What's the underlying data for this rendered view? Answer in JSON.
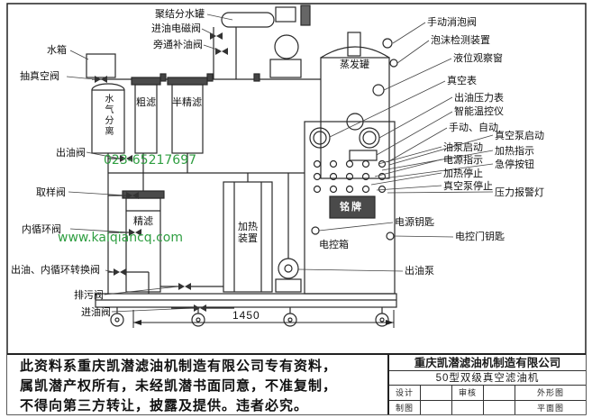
{
  "watermark": {
    "phone": "023-65217697",
    "website": "www.kaiqiancq.com",
    "color": "#2f9e41"
  },
  "diagram": {
    "dimension": "1450",
    "labels": {
      "coalescer_tank": "聚结分水罐",
      "inlet_solenoid_valve": "进油电磁阀",
      "bypass_refill_valve": "旁通补油阀",
      "water_tank": "水箱",
      "vacuum_draw_valve": "抽真空阀",
      "oil_outlet_valve": "出油阀",
      "sampling_valve": "取样阀",
      "internal_circulation_valve": "内循环阀",
      "outlet_circulation_switch_valve": "出油、内循环转换阀",
      "drain_valve": "排污阀",
      "oil_inlet_valve": "进油阀",
      "manual_defoam_valve": "手动消泡阀",
      "foam_detector": "泡沫检测装置",
      "level_window": "液位观察窗",
      "vacuum_gauge": "真空表",
      "outlet_pressure_gauge": "出油压力表",
      "temp_controller": "智能温控仪",
      "manual_auto": "手动、自动",
      "vacuum_pump_start": "真空泵启动",
      "oil_pump_start": "油泵启动",
      "heating_indicator": "加热指示",
      "power_indicator": "电源指示",
      "emergency_stop": "急停按钮",
      "heating_stop": "加热停止",
      "vacuum_pump_stop": "真空泵停止",
      "pressure_alarm_light": "压力报警灯",
      "power_key": "电源钥匙",
      "control_door_key": "电控门钥匙",
      "oil_outlet_pump": "出油泵",
      "evaporation_tank": "蒸发罐",
      "water_gas_separation": "水气分离",
      "coarse_filter": "粗滤",
      "semi_fine_filter": "半精滤",
      "fine_filter": "精滤",
      "heating_device": "加热装置",
      "electric_control_box": "电控箱",
      "nameplate": "铭牌"
    }
  },
  "footer": {
    "legal_lines": [
      "此资料系重庆凯潜滤油机制造有限公司专有资料，",
      "属凯潜产权所有，未经凯潜书面同意，不准复制，",
      "不得向第三方转让，披露及提供。违者必究。"
    ],
    "title_block": {
      "company": "重庆凯潜滤油机制造有限公司",
      "product": "50型双级真空滤油机",
      "cells": {
        "design": "设计",
        "review": "审核",
        "draft": "制图",
        "outline_view": "外形图",
        "plan_view": "平面图"
      }
    }
  }
}
